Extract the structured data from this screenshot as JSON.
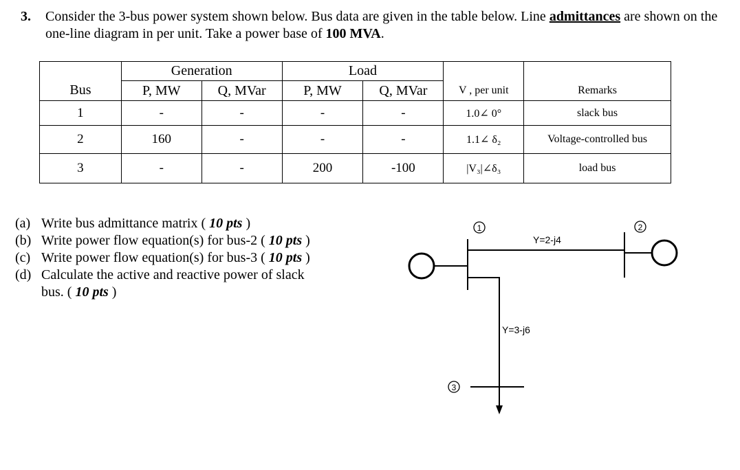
{
  "problem": {
    "number": "3.",
    "text_before": "Consider the 3-bus power system shown below. Bus data are given in the table below. Line ",
    "emphasis": "admittances",
    "text_middle": " are shown on the one-line diagram in per unit. Take a power base of ",
    "power_base": "100 MVA",
    "text_end": "."
  },
  "table": {
    "group_headers": {
      "generation": "Generation",
      "load": "Load"
    },
    "columns": [
      "Bus",
      "P, MW",
      "Q, MVar",
      "P, MW",
      "Q, MVar",
      "V , per unit",
      "Remarks"
    ],
    "rows": [
      {
        "bus": "1",
        "gen_p": "-",
        "gen_q": "-",
        "load_p": "-",
        "load_q": "-",
        "voltage": "1.0∠ 0°",
        "remarks": "slack bus"
      },
      {
        "bus": "2",
        "gen_p": "160",
        "gen_q": "-",
        "load_p": "-",
        "load_q": "-",
        "voltage": "1.1∠ δ₂",
        "remarks": "Voltage-controlled bus"
      },
      {
        "bus": "3",
        "gen_p": "-",
        "gen_q": "-",
        "load_p": "200",
        "load_q": "-100",
        "voltage": "|V₃|∠δ₃",
        "remarks": "load bus"
      }
    ]
  },
  "questions": [
    {
      "label": "(a)",
      "text": "Write bus admittance matrix ( ",
      "pts": "10 pts",
      "close": " )"
    },
    {
      "label": "(b)",
      "text": "Write power flow equation(s) for bus-2 ( ",
      "pts": "10 pts",
      "close": " )"
    },
    {
      "label": "(c)",
      "text": "Write power flow equation(s) for bus-3 ( ",
      "pts": "10 pts",
      "close": " )"
    },
    {
      "label": "(d)",
      "text": "Calculate the active and reactive power of slack",
      "continuation": "bus. ( ",
      "pts": "10 pts",
      "close": " )"
    }
  ],
  "diagram": {
    "bus1_label": "1",
    "bus2_label": "2",
    "bus3_label": "3",
    "line12_admittance": "Y=2-j4",
    "line13_admittance": "Y=3-j6"
  }
}
